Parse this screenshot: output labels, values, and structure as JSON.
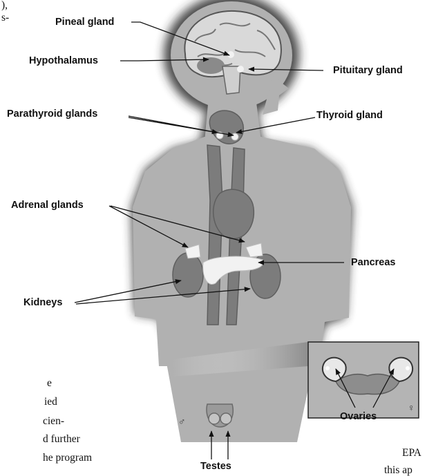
{
  "labels": {
    "pineal": "Pineal gland",
    "hypothalamus": "Hypothalamus",
    "pituitary": "Pituitary gland",
    "parathyroid": "Parathyroid glands",
    "thyroid": "Thyroid gland",
    "adrenal": "Adrenal glands",
    "pancreas": "Pancreas",
    "kidneys": "Kidneys",
    "ovaries": "Ovaries",
    "testes": "Testes"
  },
  "symbols": {
    "male": "♂",
    "female": "♀"
  },
  "surrounding_text": {
    "top_1": "),",
    "top_2": "s-",
    "left_1": "e",
    "left_2": "ied",
    "left_3": "cien-",
    "left_4": "d further",
    "left_5": "he program",
    "right_1": "EPA",
    "right_2": "this ap"
  },
  "colors": {
    "silhouette": "#b1b1b1",
    "glow": "#2a2a2a",
    "organ": "#7c7c7c",
    "brain": "#d9d9d9",
    "highlight_gland": "#f2f2f2",
    "arrow": "#111111"
  }
}
